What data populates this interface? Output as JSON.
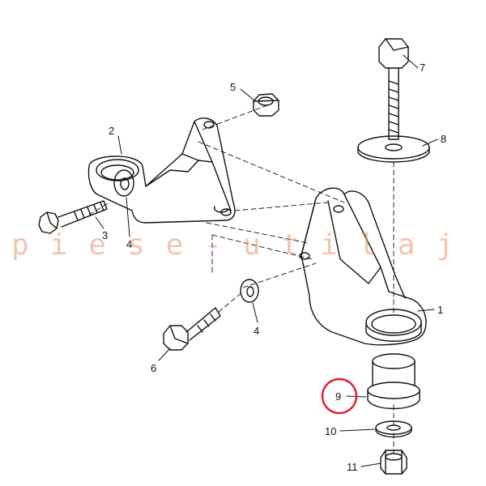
{
  "watermark": "piese-utilaj",
  "callouts": {
    "c1": "1",
    "c2": "2",
    "c3": "3",
    "c4a": "4",
    "c4b": "4",
    "c5": "5",
    "c6": "6",
    "c7": "7",
    "c8": "8",
    "c9": "9",
    "c10": "10",
    "c11": "11"
  },
  "highlight": {
    "callout": "9",
    "color": "#e0202a"
  }
}
